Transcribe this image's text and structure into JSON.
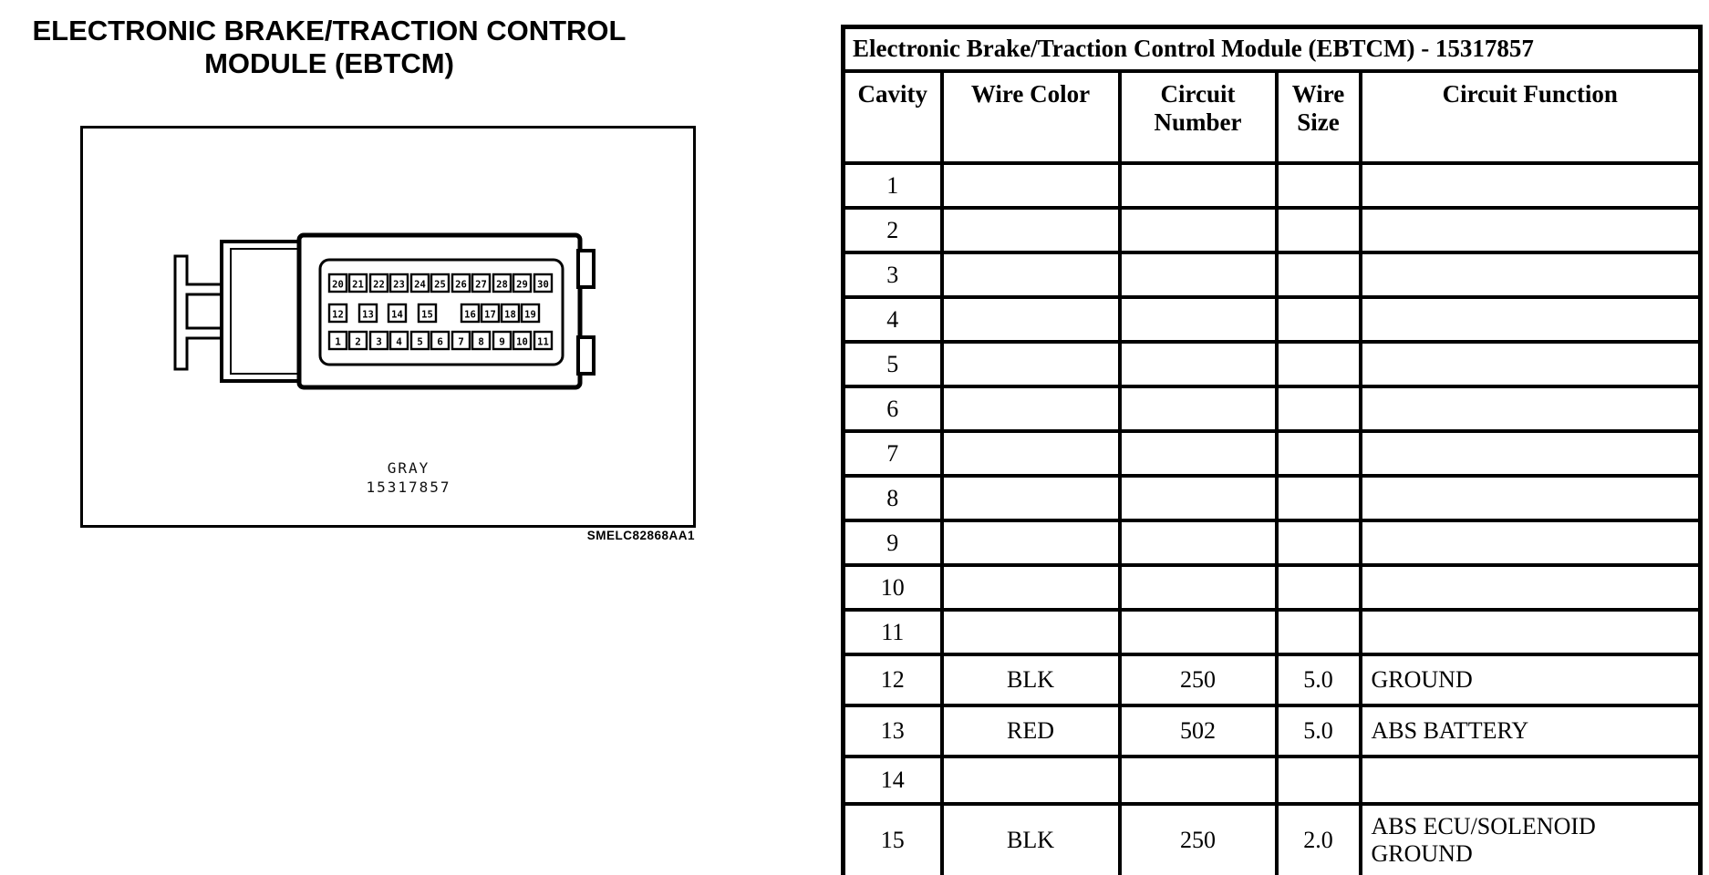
{
  "left_panel": {
    "title_line1": "ELECTRONIC BRAKE/TRACTION CONTROL",
    "title_line2": "MODULE (EBTCM)",
    "connector_color_label": "GRAY",
    "connector_part_number": "15317857",
    "figure_code": "SMELC82868AA1",
    "connector": {
      "pin_rows": [
        {
          "id": "top",
          "labels": [
            "20",
            "21",
            "22",
            "23",
            "24",
            "25",
            "26",
            "27",
            "28",
            "29",
            "30"
          ]
        },
        {
          "id": "middle",
          "labels": [
            "12",
            "13",
            "14",
            "15",
            "16",
            "17",
            "18",
            "19"
          ]
        },
        {
          "id": "bottom",
          "labels": [
            "1",
            "2",
            "3",
            "4",
            "5",
            "6",
            "7",
            "8",
            "9",
            "10",
            "11"
          ]
        }
      ]
    }
  },
  "table": {
    "title": "Electronic Brake/Traction Control Module (EBTCM) - 15317857",
    "headers": [
      "Cavity",
      "Wire Color",
      "Circuit Number",
      "Wire Size",
      "Circuit Function"
    ],
    "rows": [
      {
        "cavity": "1",
        "wire_color": "",
        "circuit_number": "",
        "wire_size": "",
        "circuit_function": ""
      },
      {
        "cavity": "2",
        "wire_color": "",
        "circuit_number": "",
        "wire_size": "",
        "circuit_function": ""
      },
      {
        "cavity": "3",
        "wire_color": "",
        "circuit_number": "",
        "wire_size": "",
        "circuit_function": ""
      },
      {
        "cavity": "4",
        "wire_color": "",
        "circuit_number": "",
        "wire_size": "",
        "circuit_function": ""
      },
      {
        "cavity": "5",
        "wire_color": "",
        "circuit_number": "",
        "wire_size": "",
        "circuit_function": ""
      },
      {
        "cavity": "6",
        "wire_color": "",
        "circuit_number": "",
        "wire_size": "",
        "circuit_function": ""
      },
      {
        "cavity": "7",
        "wire_color": "",
        "circuit_number": "",
        "wire_size": "",
        "circuit_function": ""
      },
      {
        "cavity": "8",
        "wire_color": "",
        "circuit_number": "",
        "wire_size": "",
        "circuit_function": ""
      },
      {
        "cavity": "9",
        "wire_color": "",
        "circuit_number": "",
        "wire_size": "",
        "circuit_function": ""
      },
      {
        "cavity": "10",
        "wire_color": "",
        "circuit_number": "",
        "wire_size": "",
        "circuit_function": ""
      },
      {
        "cavity": "11",
        "wire_color": "",
        "circuit_number": "",
        "wire_size": "",
        "circuit_function": ""
      },
      {
        "cavity": "12",
        "wire_color": "BLK",
        "circuit_number": "250",
        "wire_size": "5.0",
        "circuit_function": "GROUND"
      },
      {
        "cavity": "13",
        "wire_color": "RED",
        "circuit_number": "502",
        "wire_size": "5.0",
        "circuit_function": "ABS BATTERY"
      },
      {
        "cavity": "14",
        "wire_color": "",
        "circuit_number": "",
        "wire_size": "",
        "circuit_function": ""
      },
      {
        "cavity": "15",
        "wire_color": "BLK",
        "circuit_number": "250",
        "wire_size": "2.0",
        "circuit_function": "ABS ECU/SOLENOID\nGROUND"
      }
    ]
  },
  "colors": {
    "ink": "#000000",
    "paper": "#ffffff"
  }
}
